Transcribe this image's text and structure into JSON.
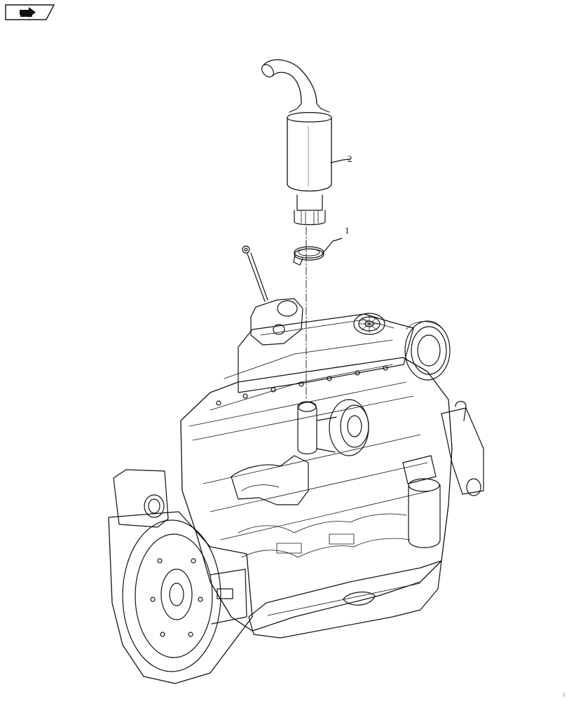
{
  "nav": {
    "icon": "forward-arrow-icon"
  },
  "callouts": [
    {
      "id": 1,
      "label": "1",
      "part": "hose-clamp"
    },
    {
      "id": 2,
      "label": "2",
      "part": "muffler"
    }
  ],
  "corner_mark": "\\"
}
